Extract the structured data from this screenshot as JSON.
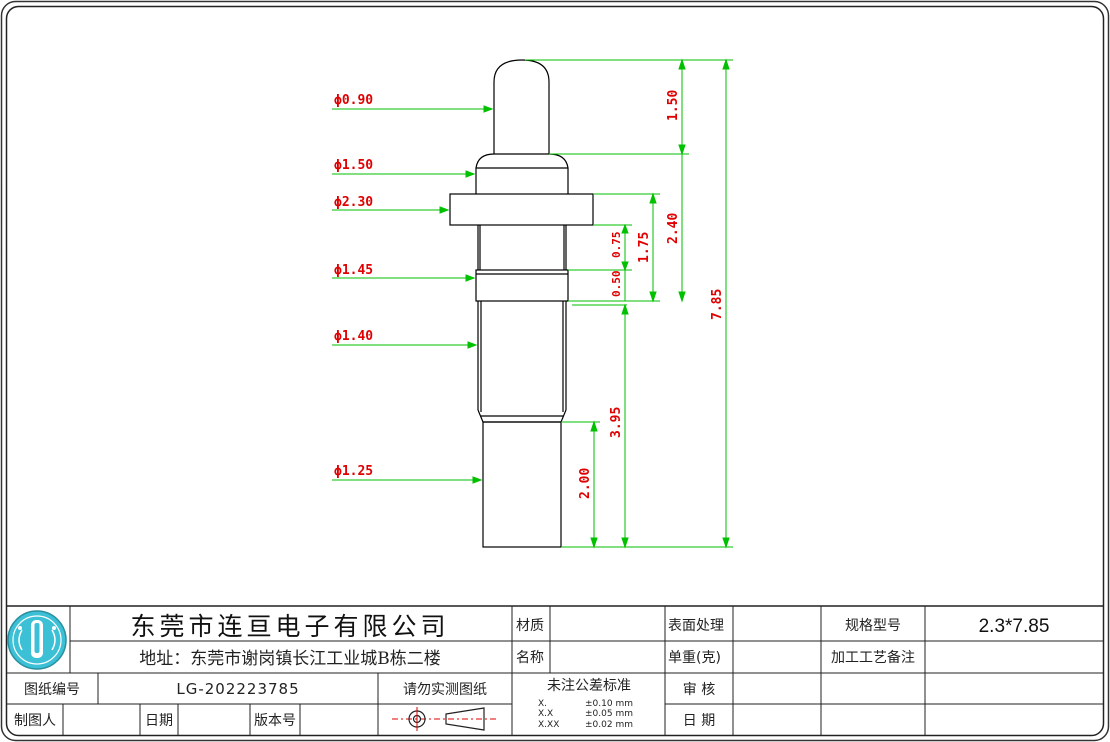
{
  "drawing": {
    "diameters": [
      "ϕ0.90",
      "ϕ1.50",
      "ϕ2.30",
      "ϕ1.45",
      "ϕ1.40",
      "ϕ1.25"
    ],
    "lengths": {
      "tip": "1.50",
      "collar_offset": "2.40",
      "total": "7.85",
      "ring_offset": "0.75",
      "ring_width": "0.50",
      "collar_to_ring_end": "1.75",
      "lower_body": "3.95",
      "tail": "2.00"
    },
    "colors": {
      "part": "#000000",
      "dimension_text": "#e00000",
      "dimension_line": "#00c000"
    }
  },
  "title_block": {
    "company": "东莞市连亘电子有限公司",
    "address": "地址：东莞市谢岗镇长江工业城B栋二楼",
    "material_label": "材质",
    "name_label": "名称",
    "surface_label": "表面处理",
    "weight_label": "单重(克)",
    "spec_label": "规格型号",
    "spec_value": "2.3*7.85",
    "process_label": "加工工艺备注",
    "drawing_no_label": "图纸编号",
    "drawing_no": "LG-202223785",
    "no_measure": "请勿实测图纸",
    "tolerance_title": "未注公差标准",
    "tol_x": "X.",
    "tol_x_val": "±0.10  mm",
    "tol_xx": "X.X",
    "tol_xx_val": "±0.05  mm",
    "tol_xxx": "X.XX",
    "tol_xxx_val": "±0.02  mm",
    "review_label": "审  核",
    "date_label_right": "日  期",
    "drafter_label": "制图人",
    "date_label": "日期",
    "version_label": "版本号",
    "logo_icon": "pogo-pin-logo-icon"
  }
}
